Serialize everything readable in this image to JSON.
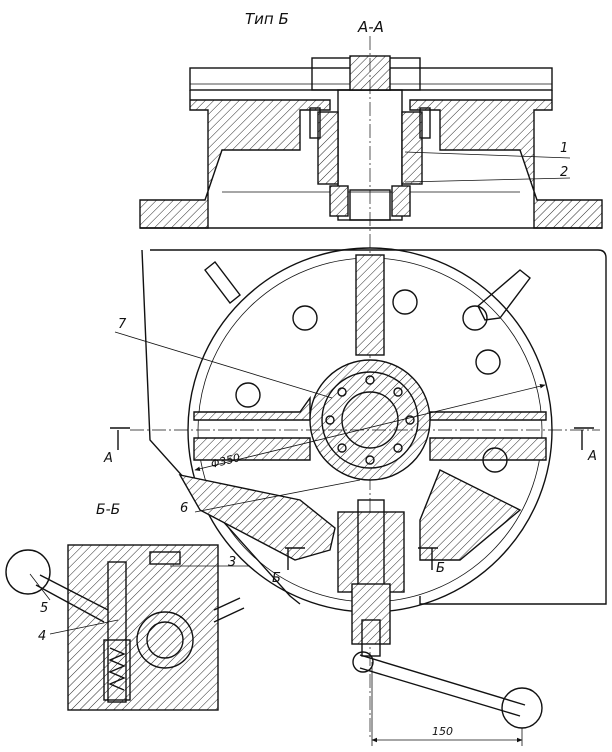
{
  "labels": {
    "type_title": "Тип Б",
    "section_aa_title": "А-А",
    "section_bb_title": "Б-Б",
    "cut_a_left": "А",
    "cut_a_right": "А",
    "cut_b_left": "Б",
    "cut_b_right": "Б",
    "diameter": "Φ350",
    "dimension_150": "150"
  },
  "callouts": [
    "1",
    "2",
    "3",
    "4",
    "5",
    "6",
    "7"
  ],
  "colors": {
    "ink": "#111111",
    "paper": "#ffffff"
  }
}
